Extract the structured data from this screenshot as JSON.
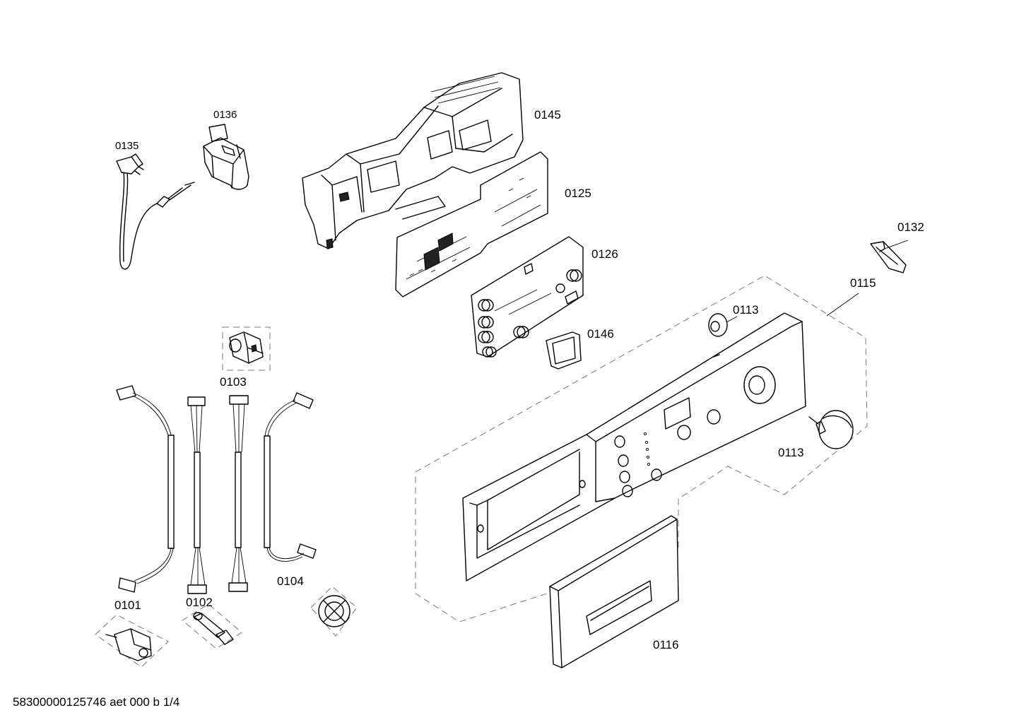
{
  "callouts": {
    "p0145": "0145",
    "p0136": "0136",
    "p0135": "0135",
    "p0125": "0125",
    "p0132": "0132",
    "p0126": "0126",
    "p0115": "0115",
    "p0113a": "0113",
    "p0146": "0146",
    "p0103": "0103",
    "p0113b": "0113",
    "p0104": "0104",
    "p0101": "0101",
    "p0102": "0102",
    "p0116": "0116"
  },
  "footer": "58300000125746 aet 000 b 1/4"
}
